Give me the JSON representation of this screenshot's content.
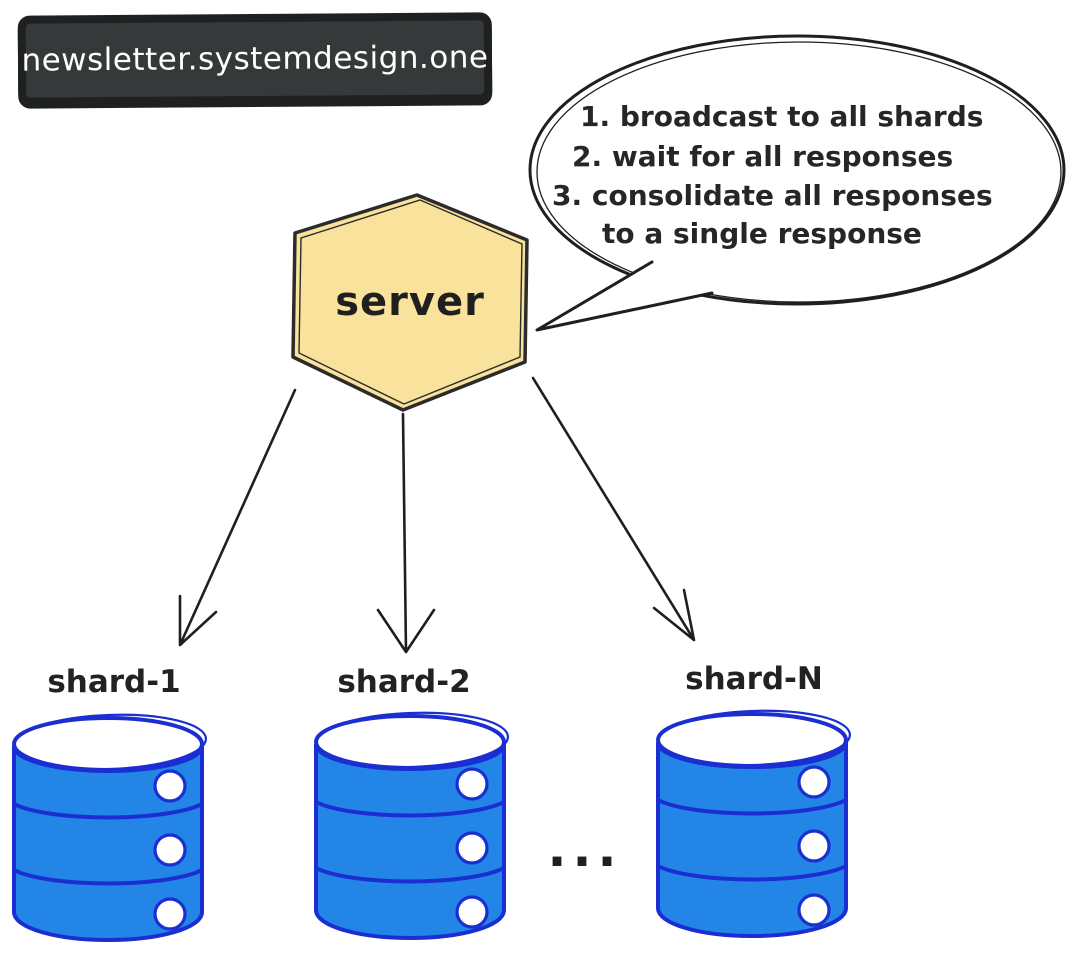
{
  "badge": {
    "label": "newsletter.systemdesign.one"
  },
  "speech_bubble": {
    "lines": [
      "1.  broadcast to all shards",
      "2. wait for all responses",
      "3. consolidate all responses",
      "to a single response"
    ]
  },
  "server": {
    "label": "server"
  },
  "shards": [
    {
      "label": "shard-1"
    },
    {
      "label": "shard-2"
    },
    {
      "label": "shard-N"
    }
  ],
  "ellipsis_label": "...",
  "colors": {
    "server_fill": "#f9e29b",
    "server_stroke": "#2b2b2b",
    "database_fill": "#2386e6",
    "database_stroke": "#1b2ed2",
    "badge_background": "#36393a",
    "badge_border": "#1e2021",
    "badge_text": "#ffffff",
    "ink": "#1f1f1f",
    "background": "#ffffff"
  }
}
